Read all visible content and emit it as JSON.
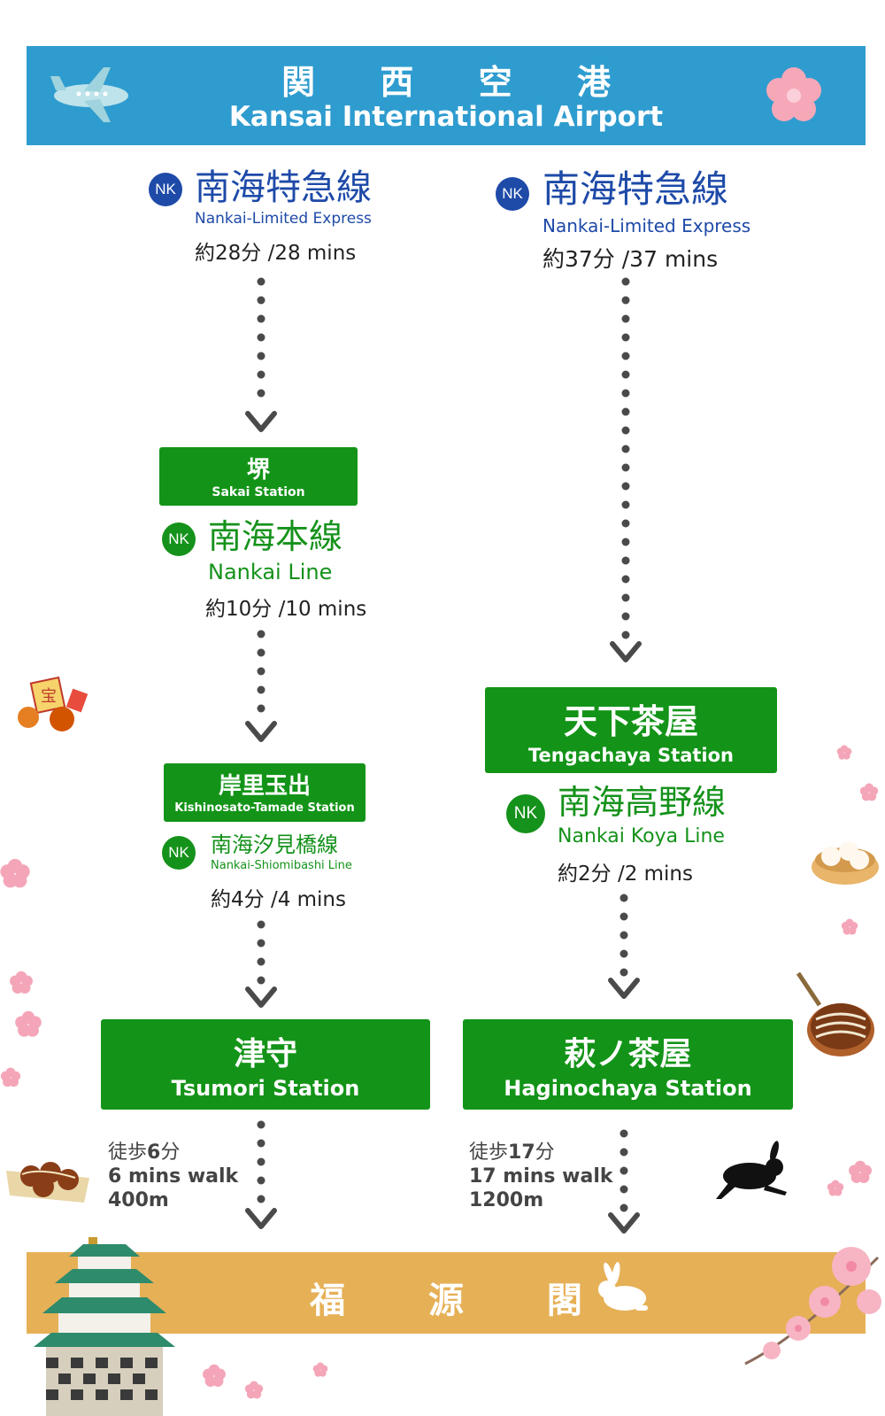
{
  "header": {
    "title_jp": "関 西 空 港",
    "title_en": "Kansai International Airport"
  },
  "left": {
    "seg1": {
      "badge": "NK",
      "line_jp": "南海特急線",
      "line_en": "Nankai-Limited Express",
      "time": "約28分 /28 mins"
    },
    "station1": {
      "name_jp": "堺",
      "name_en": "Sakai Station"
    },
    "seg2": {
      "badge": "NK",
      "line_jp": "南海本線",
      "line_en": "Nankai Line",
      "time": "約10分 /10 mins"
    },
    "station2": {
      "name_jp": "岸里玉出",
      "name_en": "Kishinosato-Tamade Station"
    },
    "seg3": {
      "badge": "NK",
      "line_jp": "南海汐見橋線",
      "line_en": "Nankai-Shiomibashi Line",
      "time": "約4分 /4 mins"
    },
    "station3": {
      "name_jp": "津守",
      "name_en": "Tsumori Station"
    },
    "walk": {
      "jp_prefix": "徒歩",
      "jp_num": "6",
      "jp_suffix": "分",
      "en": "6 mins walk",
      "dist": "400m"
    }
  },
  "right": {
    "seg1": {
      "badge": "NK",
      "line_jp": "南海特急線",
      "line_en": "Nankai-Limited Express",
      "time": "約37分 /37 mins"
    },
    "station1": {
      "name_jp": "天下茶屋",
      "name_en": "Tengachaya Station"
    },
    "seg2": {
      "badge": "NK",
      "line_jp": "南海高野線",
      "line_en": "Nankai Koya Line",
      "time": "約2分 /2 mins"
    },
    "station2": {
      "name_jp": "萩ノ茶屋",
      "name_en": "Haginochaya Station"
    },
    "walk": {
      "jp_prefix": "徒歩",
      "jp_num": "17",
      "jp_suffix": "分",
      "en": "17 mins walk",
      "dist": "1200m"
    }
  },
  "destination": {
    "name": "福 源 閣"
  },
  "decor": {
    "lucky_charm_glyph": "宝"
  },
  "colors": {
    "header_blue": "#2f9ccf",
    "line_blue": "#1e4aa8",
    "station_green": "#139418",
    "dest_gold": "#e6b057",
    "sakura_pink": "#f4a6b8"
  }
}
